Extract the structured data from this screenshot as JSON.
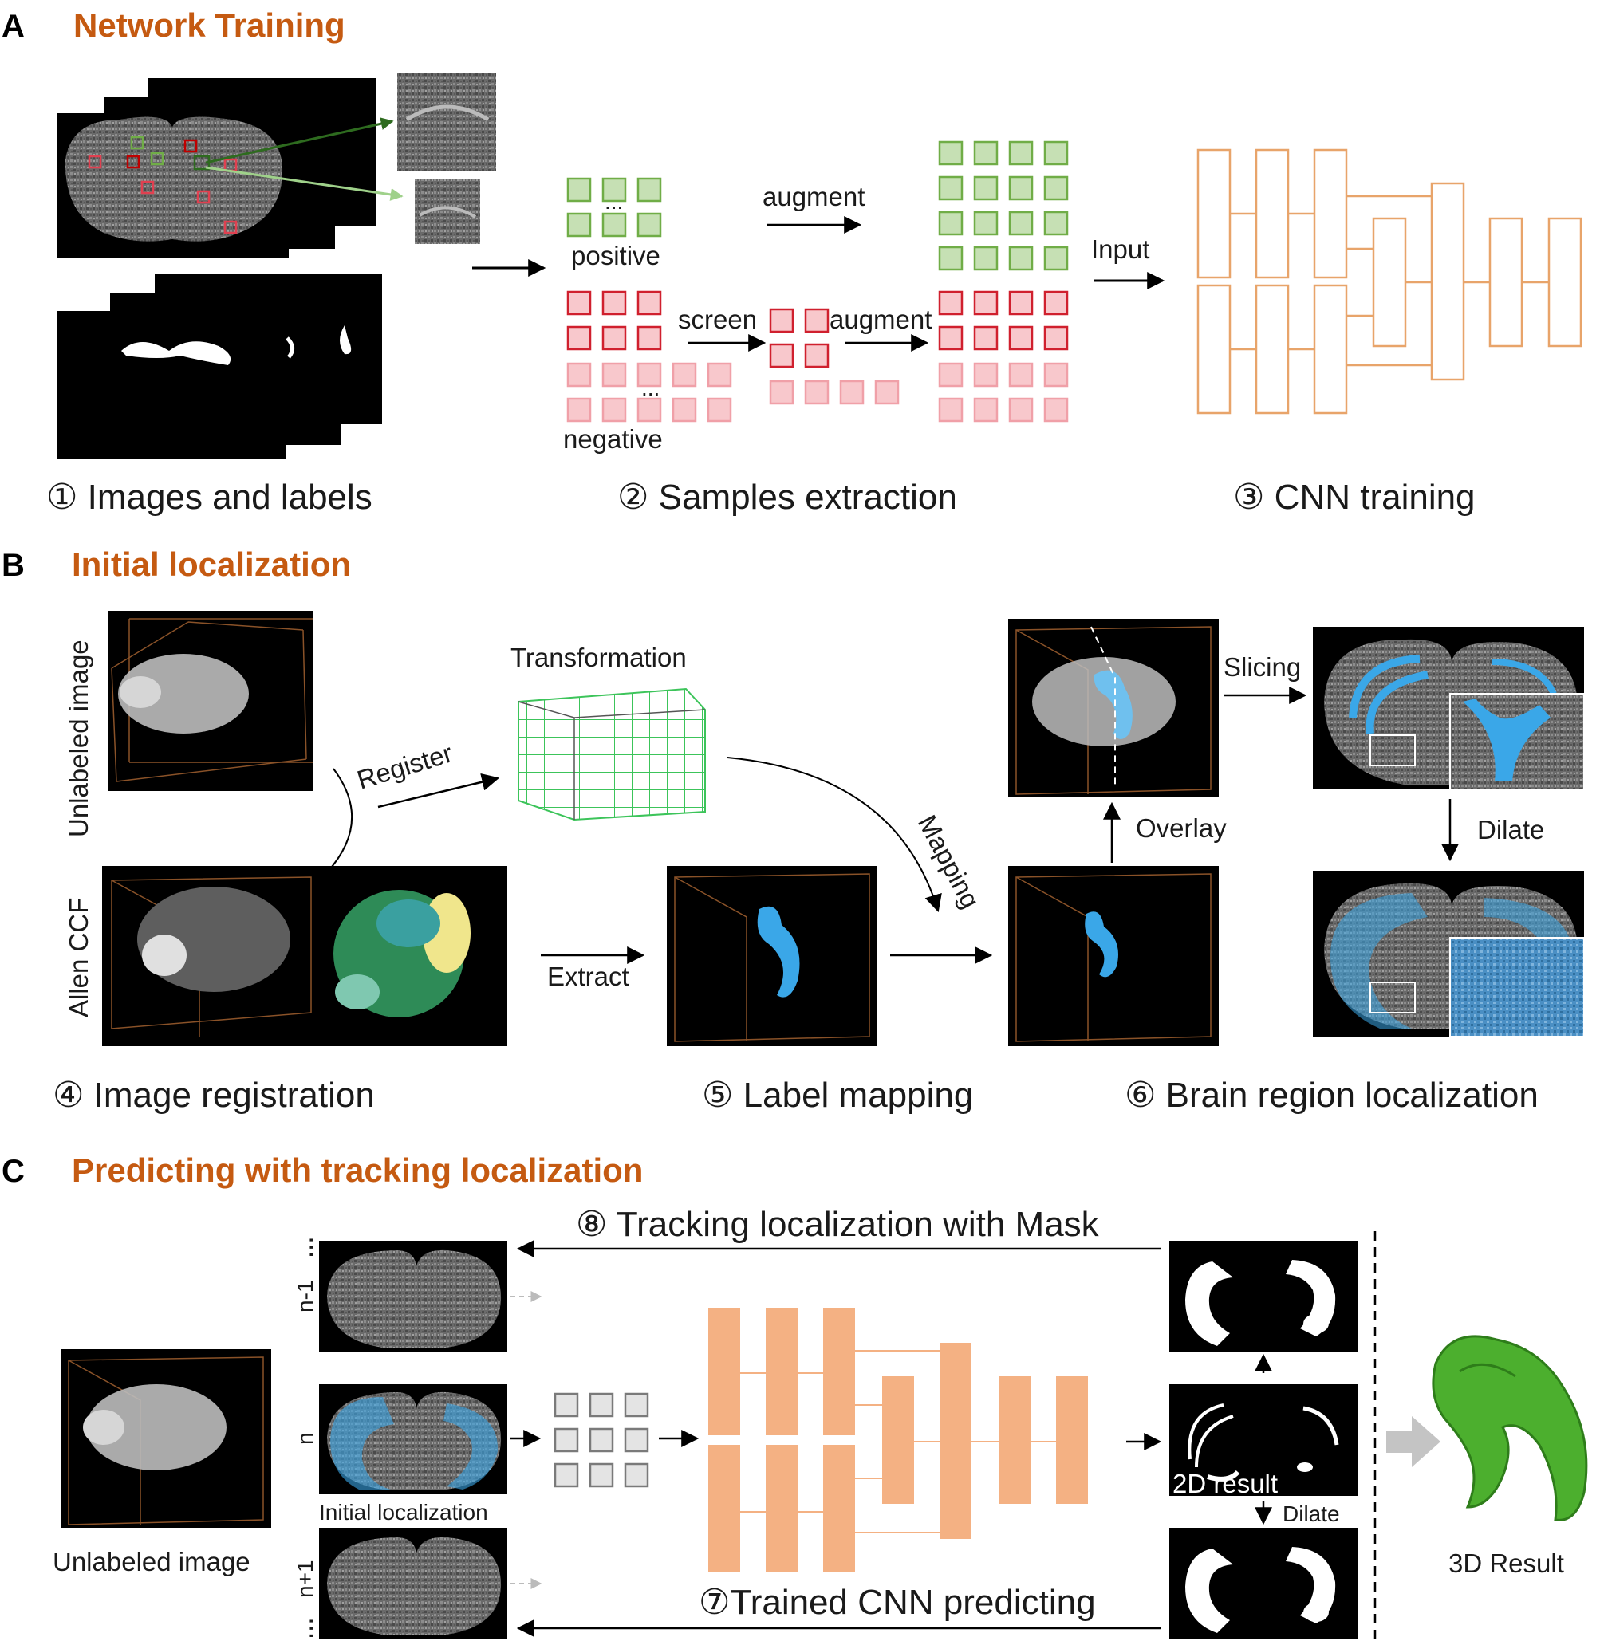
{
  "colors": {
    "title_orange": "#c55a11",
    "positive_green": "#70ad47",
    "negative_red": "#e04050",
    "negative_light": "#f4b6bc",
    "cnn_outline": "#e8a46a",
    "cnn_fill": "#f4b183",
    "seg_blue": "#3aa7e8",
    "result_green": "#4caf2e"
  },
  "panel_a": {
    "letter": "A",
    "title": "Network Training",
    "positive_label": "positive",
    "negative_label": "negative",
    "screen_label": "screen",
    "augment_label_top": "augment",
    "augment_label_mid": "augment",
    "input_label": "Input",
    "ellipsis": "...",
    "step1": "① Images and labels",
    "step2": "② Samples extraction",
    "step3": "③ CNN training"
  },
  "panel_b": {
    "letter": "B",
    "title": "Initial localization",
    "unlabeled_label": "Unlabeled image",
    "allen_label": "Allen CCF",
    "transformation_label": "Transformation",
    "register_label": "Register",
    "extract_label": "Extract",
    "mapping_label": "Mapping",
    "overlay_label": "Overlay",
    "slicing_label": "Slicing",
    "dilate_label": "Dilate",
    "step4": "④ Image registration",
    "step5": "⑤ Label mapping",
    "step6": "⑥ Brain region localization"
  },
  "panel_c": {
    "letter": "C",
    "title": "Predicting with tracking localization",
    "tracking_label": "⑧ Tracking localization with Mask",
    "predicting_label": "⑦Trained CNN predicting",
    "unlabeled_label": "Unlabeled image",
    "initial_loc_label": "Initial localization",
    "slice_top": "n-1",
    "slice_mid": "n",
    "slice_bot": "n+1",
    "dots": "...",
    "result_2d_label": "2D result",
    "dilate_label": "Dilate",
    "result_3d_label": "3D Result"
  }
}
